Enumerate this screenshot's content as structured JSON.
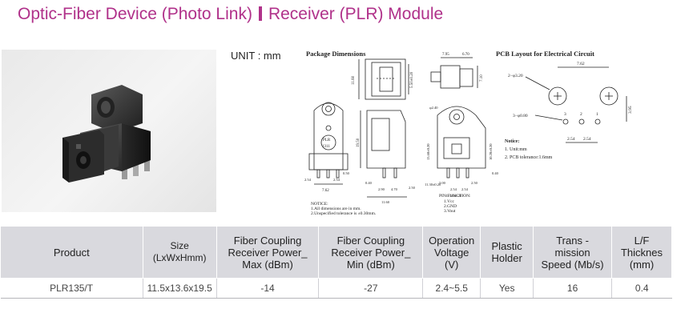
{
  "title": {
    "part1": "Optic-Fiber Device (Photo Link)",
    "part2": "Receiver (PLR) Module"
  },
  "unit_label": "UNIT : mm",
  "drawing": {
    "package_title": "Package Dimensions",
    "pcb_title": "PCB Layout for Electrical Circuit",
    "dims": {
      "d795": "7.95",
      "d670": "6.70",
      "d1160": "11.60",
      "d5505": "5.50±0.20",
      "d710": "7.10",
      "d840": "8.40",
      "d1950": "19.50",
      "d2540": "2.54",
      "d050": "0.50",
      "d254a": "2.54",
      "d762": "7.62",
      "d040": "0.40",
      "d290": "2.90",
      "d470": "4.70",
      "d250": "2.50",
      "d1160b": "11.60",
      "dphi240": "φ2.40",
      "d1360": "13.60±0.20",
      "d1020": "10.20±0.20",
      "d040b": "0.40",
      "d300": "3.00",
      "d250b": "2.50",
      "d1130": "11.30±0.20",
      "d254b": "2.54",
      "d254c": "2.54",
      "d1150": "11.50±0.20",
      "pcb_762": "7.62",
      "pcb_phi320": "2−φ3.20",
      "pcb_395": "3.95",
      "pcb_phi080": "3−φ0.80",
      "pcb_254a": "2.54",
      "pcb_254b": "2.54"
    },
    "chip_label": "PLR",
    "chip_code": "1311",
    "pin_title": "PIN FUNCTION:",
    "pins": [
      "1.Vcc",
      "2.GND",
      "3.Vout"
    ],
    "pcb_pins": [
      "3",
      "2",
      "1"
    ],
    "pkg_notice_title": "NOTICE:",
    "pkg_notice_lines": [
      "1.All dimensions are in mm.",
      "2.Unspecified tolerance is ±0.30mm."
    ],
    "pcb_notice_title": "Notice:",
    "pcb_notice_lines": [
      "1.   Unit:mm",
      "2.   PCB tolerance:1.6mm"
    ]
  },
  "table": {
    "headers": [
      "Product",
      "Size\n(LxWxHmm)",
      "Fiber Coupling\nReceiver Power_\nMax (dBm)",
      "Fiber Coupling\nReceiver Power_\nMin (dBm)",
      "Operation\nVoltage\n(V)",
      "Plastic\nHolder",
      "Trans -\nmission\nSpeed (Mb/s)",
      "L/F\nThicknes\n(mm)"
    ],
    "rows": [
      [
        "PLR135/T",
        "11.5x13.6x19.5",
        "-14",
        "-27",
        "2.4~5.5",
        "Yes",
        "16",
        "0.4"
      ]
    ]
  },
  "colors": {
    "title": "#b0318a",
    "header_bg": "#d9d9de"
  }
}
